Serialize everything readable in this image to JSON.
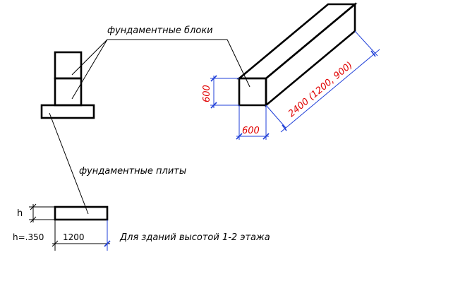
{
  "labels": {
    "foundation_blocks": "фундаментные блоки",
    "foundation_slabs": "фундаментные плиты",
    "building_note": "Для зданий высотой  1-2  этажа"
  },
  "dimensions": {
    "block_height": "600",
    "block_width": "600",
    "block_length": "2400 (1200, 900)",
    "slab_h": "h",
    "slab_h_value": "h=.350",
    "slab_width": "1200"
  },
  "colors": {
    "outline": "#000000",
    "dimension_line": "#1f3fd8",
    "dimension_text": "#e00000"
  }
}
